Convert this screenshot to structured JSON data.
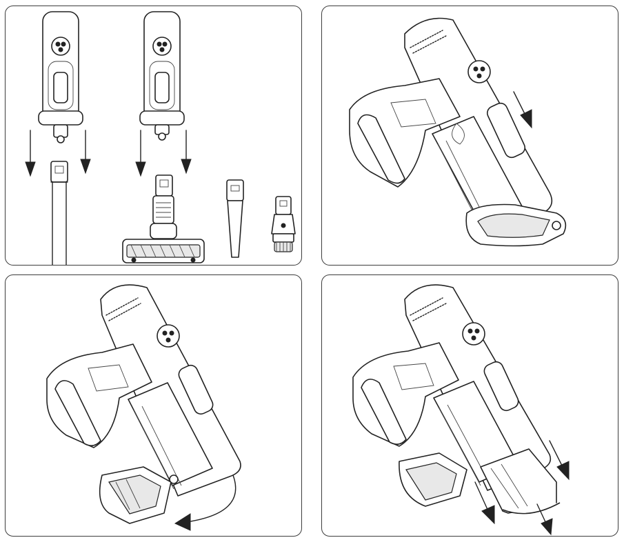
{
  "figure": {
    "panels": [
      {
        "id": "panel-1",
        "content": "attachments-connection"
      },
      {
        "id": "panel-2",
        "content": "battery-slide-in"
      },
      {
        "id": "panel-3",
        "content": "bin-door-rotate"
      },
      {
        "id": "panel-4",
        "content": "dust-bin-pull-out"
      }
    ],
    "arrows_color": "#222222",
    "outline_color": "#222222"
  }
}
